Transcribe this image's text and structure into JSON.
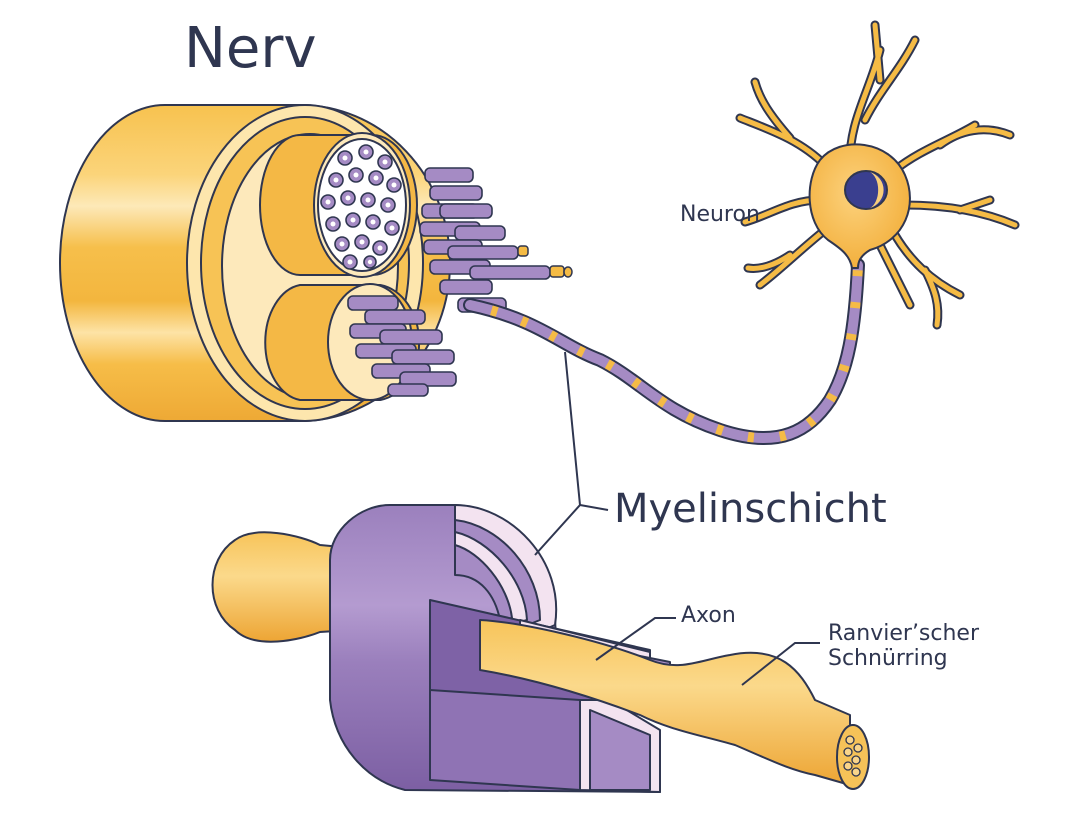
{
  "labels": {
    "title": "Nerv",
    "neuron": "Neuron",
    "myelin": "Myelinschicht",
    "axon": "Axon",
    "ranvier_line1": "Ranvier’scher",
    "ranvier_line2": "Schnürring"
  },
  "colors": {
    "nerve_yellow": "#f5bb45",
    "nerve_light": "#fde3a3",
    "nerve_dark": "#e8a22e",
    "myelin_purple": "#a58bc4",
    "myelin_dark": "#7e62a6",
    "myelin_light": "#f3e3f0",
    "outline": "#2f3650",
    "nucleus": "#3a3f8f"
  }
}
